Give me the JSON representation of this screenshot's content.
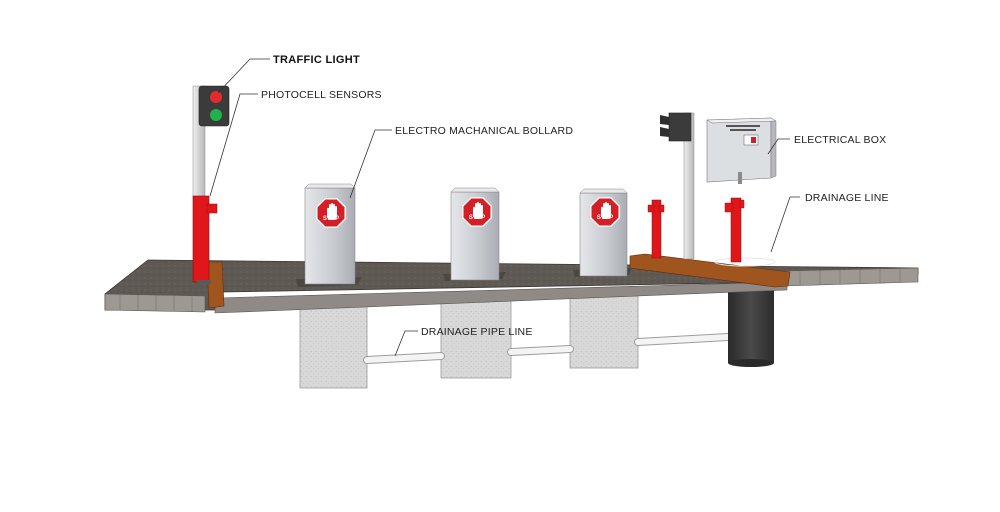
{
  "labels": {
    "traffic_light": "TRAFFIC LIGHT",
    "photocell_sensors": "PHOTOCELL SENSORS",
    "bollard": "ELECTRO MACHANICAL BOLLARD",
    "electrical_box": "ELECTRICAL BOX",
    "drainage_line": "DRAINAGE LINE",
    "drainage_pipe_line": "DRAINAGE PIPE LINE"
  },
  "sign_text": "STOP",
  "colors": {
    "road": "#5d5752",
    "curb": "#9c9690",
    "bollard_body": "#c9ccd1",
    "sign_red": "#d41f26",
    "post_red": "#e0161b",
    "light_red": "#e52a2a",
    "light_green": "#22b04a",
    "foundation": "#d6d6d6",
    "pipe": "#f2f2f2",
    "sump": "#3a3a3a",
    "wood_curb": "#a0541e"
  }
}
